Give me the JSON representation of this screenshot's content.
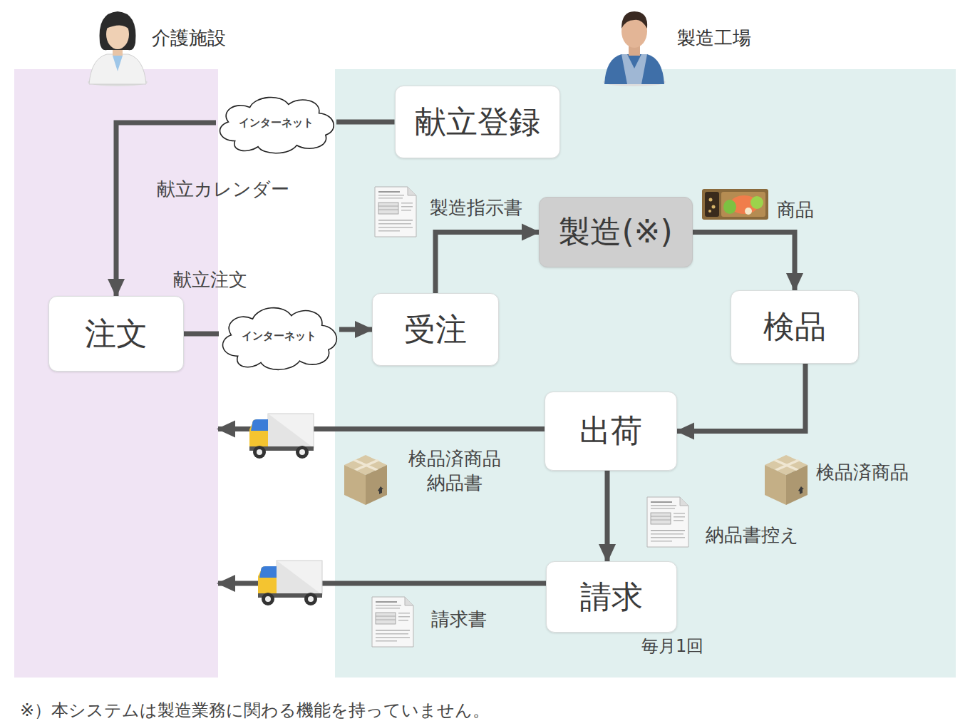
{
  "diagram": {
    "nodes": [
      {
        "text": [
          "介護施設"
        ]
      },
      {
        "text": [
          "製造工場"
        ]
      },
      {
        "text": [
          "献立登録"
        ],
        "in": 1
      },
      {
        "text": [
          "インターネット"
        ]
      },
      {
        "text": [
          "製造(※)"
        ],
        "in": 1
      },
      {
        "text": [
          "注文"
        ],
        "in": 0
      },
      {
        "text": [
          "インターネット"
        ]
      },
      {
        "text": [
          "受注"
        ],
        "in": 1
      },
      {
        "text": [
          "検品"
        ],
        "in": 1
      },
      {
        "text": [
          "出荷"
        ],
        "in": 1
      },
      {
        "text": [
          "請求"
        ],
        "in": 1
      }
    ],
    "edges": [
      {
        "from": 2,
        "to": 3,
        "arrow": "none"
      },
      {
        "from": 3,
        "to": 5,
        "arrow": "to",
        "label": "献立カレンダー"
      },
      {
        "from": 5,
        "to": 6,
        "arrow": "none",
        "label": "献立注文"
      },
      {
        "from": 6,
        "to": 7,
        "arrow": "to"
      },
      {
        "from": 7,
        "to": 4,
        "arrow": "to",
        "label": "製造指示書"
      },
      {
        "from": 4,
        "to": 8,
        "arrow": "to",
        "label": "商品"
      },
      {
        "from": 8,
        "to": 9,
        "arrow": "to",
        "label": "検品済商品"
      },
      {
        "from": 9,
        "to": 0,
        "arrow": "to",
        "label": "検品済商品 納品書"
      },
      {
        "from": 9,
        "to": 10,
        "arrow": "to",
        "label": "納品書控え"
      },
      {
        "from": 10,
        "to": 0,
        "arrow": "to",
        "label": "請求書"
      }
    ],
    "labels": [
      "毎月1回",
      "※）本システムは製造業務に関わる機能を持っていません。"
    ]
  }
}
